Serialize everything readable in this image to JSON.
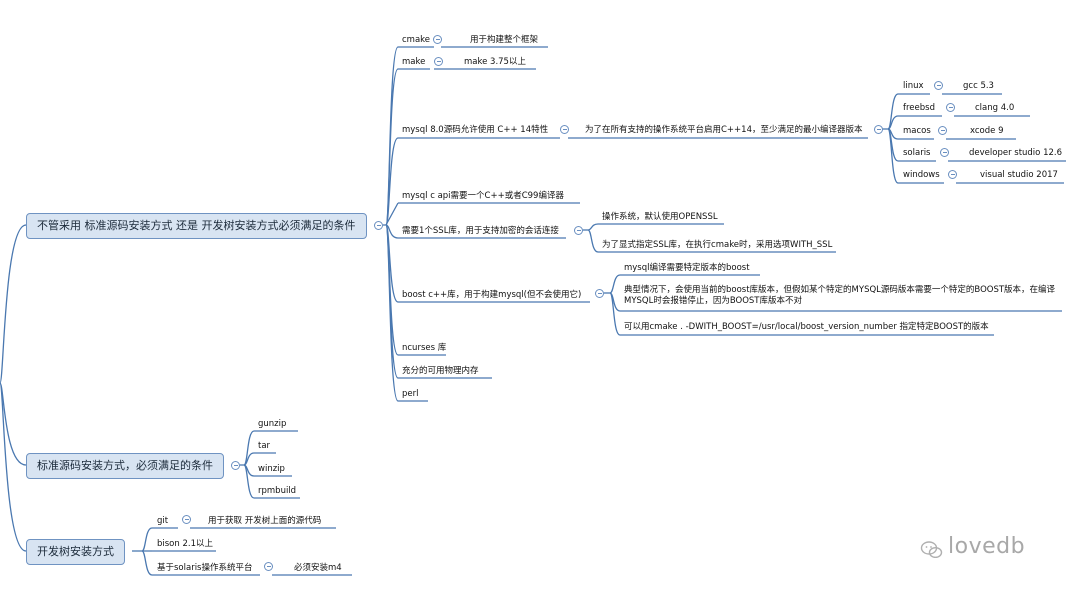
{
  "roots": [
    {
      "id": "r1",
      "label": "不管采用 标准源码安装方式 还是 开发树安装方式必须满足的条件"
    },
    {
      "id": "r2",
      "label": "标准源码安装方式，必须满足的条件"
    },
    {
      "id": "r3",
      "label": "开发树安装方式"
    }
  ],
  "nodes": {
    "cmake": "cmake",
    "cmake_desc": "用于构建整个框架",
    "make": "make",
    "make_desc": "make 3.75以上",
    "mysql80": "mysql 8.0源码允许使用 C++ 14特性",
    "mysql80_desc": "为了在所有支持的操作系统平台启用C++14，至少满足的最小编译器版本",
    "linux": "linux",
    "linux_v": "gcc 5.3",
    "freebsd": "freebsd",
    "freebsd_v": "clang 4.0",
    "macos": "macos",
    "macos_v": "xcode 9",
    "solaris": "solaris",
    "solaris_v": "developer studio 12.6",
    "windows": "windows",
    "windows_v": "visual studio 2017",
    "capi": "mysql c api需要一个C++或者C99编译器",
    "ssl": "需要1个SSL库，用于支持加密的会话连接",
    "ssl_1": "操作系统，默认使用OPENSSL",
    "ssl_2": "为了显式指定SSL库，在执行cmake时，采用选项WITH_SSL",
    "boost": "boost c++库，用于构建mysql(但不会使用它)",
    "boost_1": "mysql编译需要特定版本的boost",
    "boost_2": "典型情况下，会使用当前的boost库版本，但假如某个特定的MYSQL源码版本需要一个特定的BOOST版本，在编译MYSQL时会报错停止，因为BOOST库版本不对",
    "boost_3": "可以用cmake . -DWITH_BOOST=/usr/local/boost_version_number 指定特定BOOST的版本",
    "ncurses": "ncurses 库",
    "memory": "充分的可用物理内存",
    "perl": "perl",
    "gunzip": "gunzip",
    "tar": "tar",
    "winzip": "winzip",
    "rpmbuild": "rpmbuild",
    "git": "git",
    "git_desc": "用于获取 开发树上面的源代码",
    "bison": "bison 2.1以上",
    "solaris_plat": "基于solaris操作系统平台",
    "solaris_plat_desc": "必须安装m4"
  },
  "watermark": "lovedb",
  "colors": {
    "line": "#4a78b0",
    "root_fill": "#d8e4f2",
    "root_border": "#6f93c2",
    "watermark": "#a8a8a8"
  }
}
